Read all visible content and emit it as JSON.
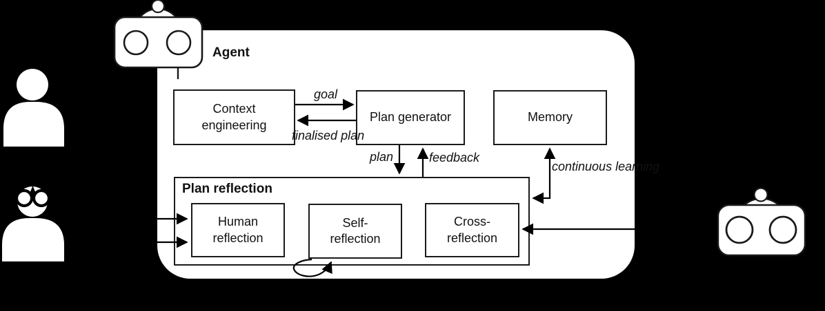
{
  "colors": {
    "background": "#000000",
    "panel_fill": "#ffffff",
    "line": "#000000",
    "text": "#111111"
  },
  "agent": {
    "title": "Agent"
  },
  "nodes": {
    "context_engineering": {
      "line1": "Context",
      "line2": "engineering"
    },
    "plan_generator": {
      "label": "Plan generator"
    },
    "memory": {
      "label": "Memory"
    },
    "plan_reflection": {
      "title": "Plan reflection"
    },
    "human_reflection": {
      "line1": "Human",
      "line2": "reflection"
    },
    "self_reflection": {
      "line1": "Self-",
      "line2": "reflection"
    },
    "cross_reflection": {
      "line1": "Cross-",
      "line2": "reflection"
    }
  },
  "edges": {
    "goal": {
      "label": "goal"
    },
    "finalised_plan": {
      "line1": "finalised",
      "line2": "plan"
    },
    "plan": {
      "label": "plan"
    },
    "feedback": {
      "label": "feedback"
    },
    "continuous_learning": {
      "line1": "continuous",
      "line2": "learning"
    }
  },
  "icons": {
    "top_robot": "robot-icon",
    "right_robot": "robot-icon",
    "left_user": "user-icon",
    "left_user_glasses": "user-glasses-icon"
  }
}
